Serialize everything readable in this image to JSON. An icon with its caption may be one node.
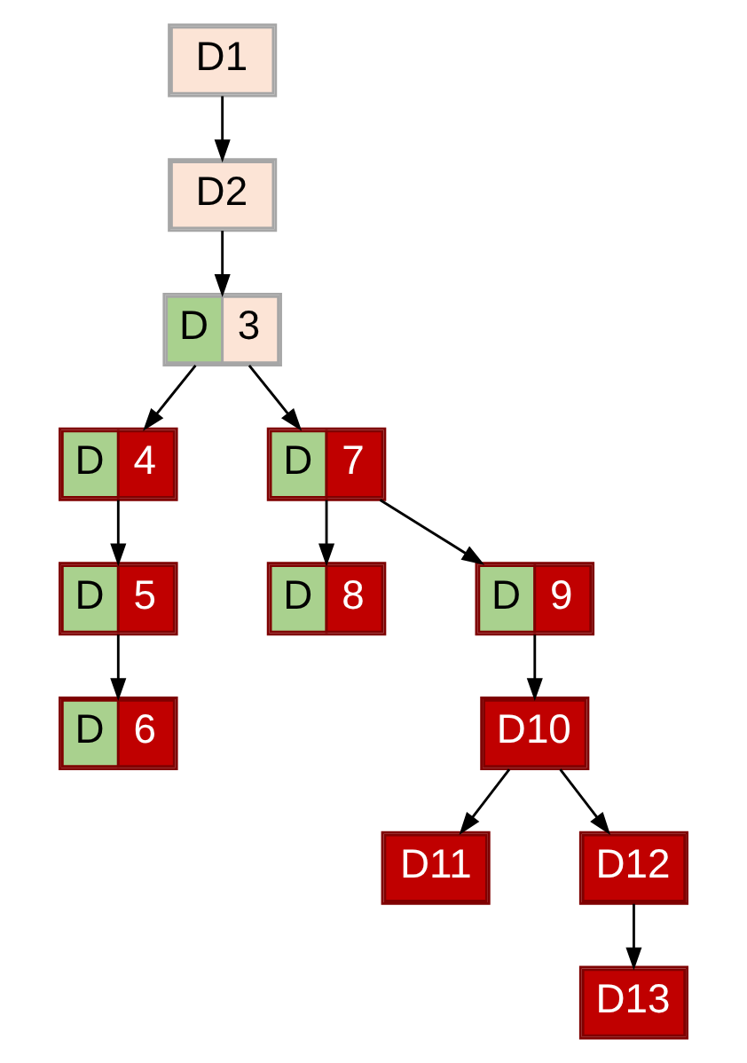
{
  "diagram": {
    "nodes": [
      {
        "text": [
          "D1"
        ]
      },
      {
        "text": [
          "D2"
        ]
      },
      {
        "text": [
          "D",
          "3"
        ]
      },
      {
        "text": [
          "D",
          "4"
        ]
      },
      {
        "text": [
          "D",
          "5"
        ]
      },
      {
        "text": [
          "D",
          "6"
        ]
      },
      {
        "text": [
          "D",
          "7"
        ]
      },
      {
        "text": [
          "D",
          "8"
        ]
      },
      {
        "text": [
          "D",
          "9"
        ]
      },
      {
        "text": [
          "D10"
        ]
      },
      {
        "text": [
          "D11"
        ]
      },
      {
        "text": [
          "D12"
        ]
      },
      {
        "text": [
          "D13"
        ]
      }
    ],
    "edges": [
      {
        "from": 0,
        "to": 1,
        "arrow": "to"
      },
      {
        "from": 1,
        "to": 2,
        "arrow": "to"
      },
      {
        "from": 2,
        "to": 3,
        "arrow": "to"
      },
      {
        "from": 2,
        "to": 6,
        "arrow": "to"
      },
      {
        "from": 3,
        "to": 4,
        "arrow": "to"
      },
      {
        "from": 4,
        "to": 5,
        "arrow": "to"
      },
      {
        "from": 6,
        "to": 7,
        "arrow": "to"
      },
      {
        "from": 6,
        "to": 8,
        "arrow": "to"
      },
      {
        "from": 8,
        "to": 9,
        "arrow": "to"
      },
      {
        "from": 9,
        "to": 10,
        "arrow": "to"
      },
      {
        "from": 9,
        "to": 11,
        "arrow": "to"
      },
      {
        "from": 11,
        "to": 12,
        "arrow": "to"
      }
    ]
  }
}
